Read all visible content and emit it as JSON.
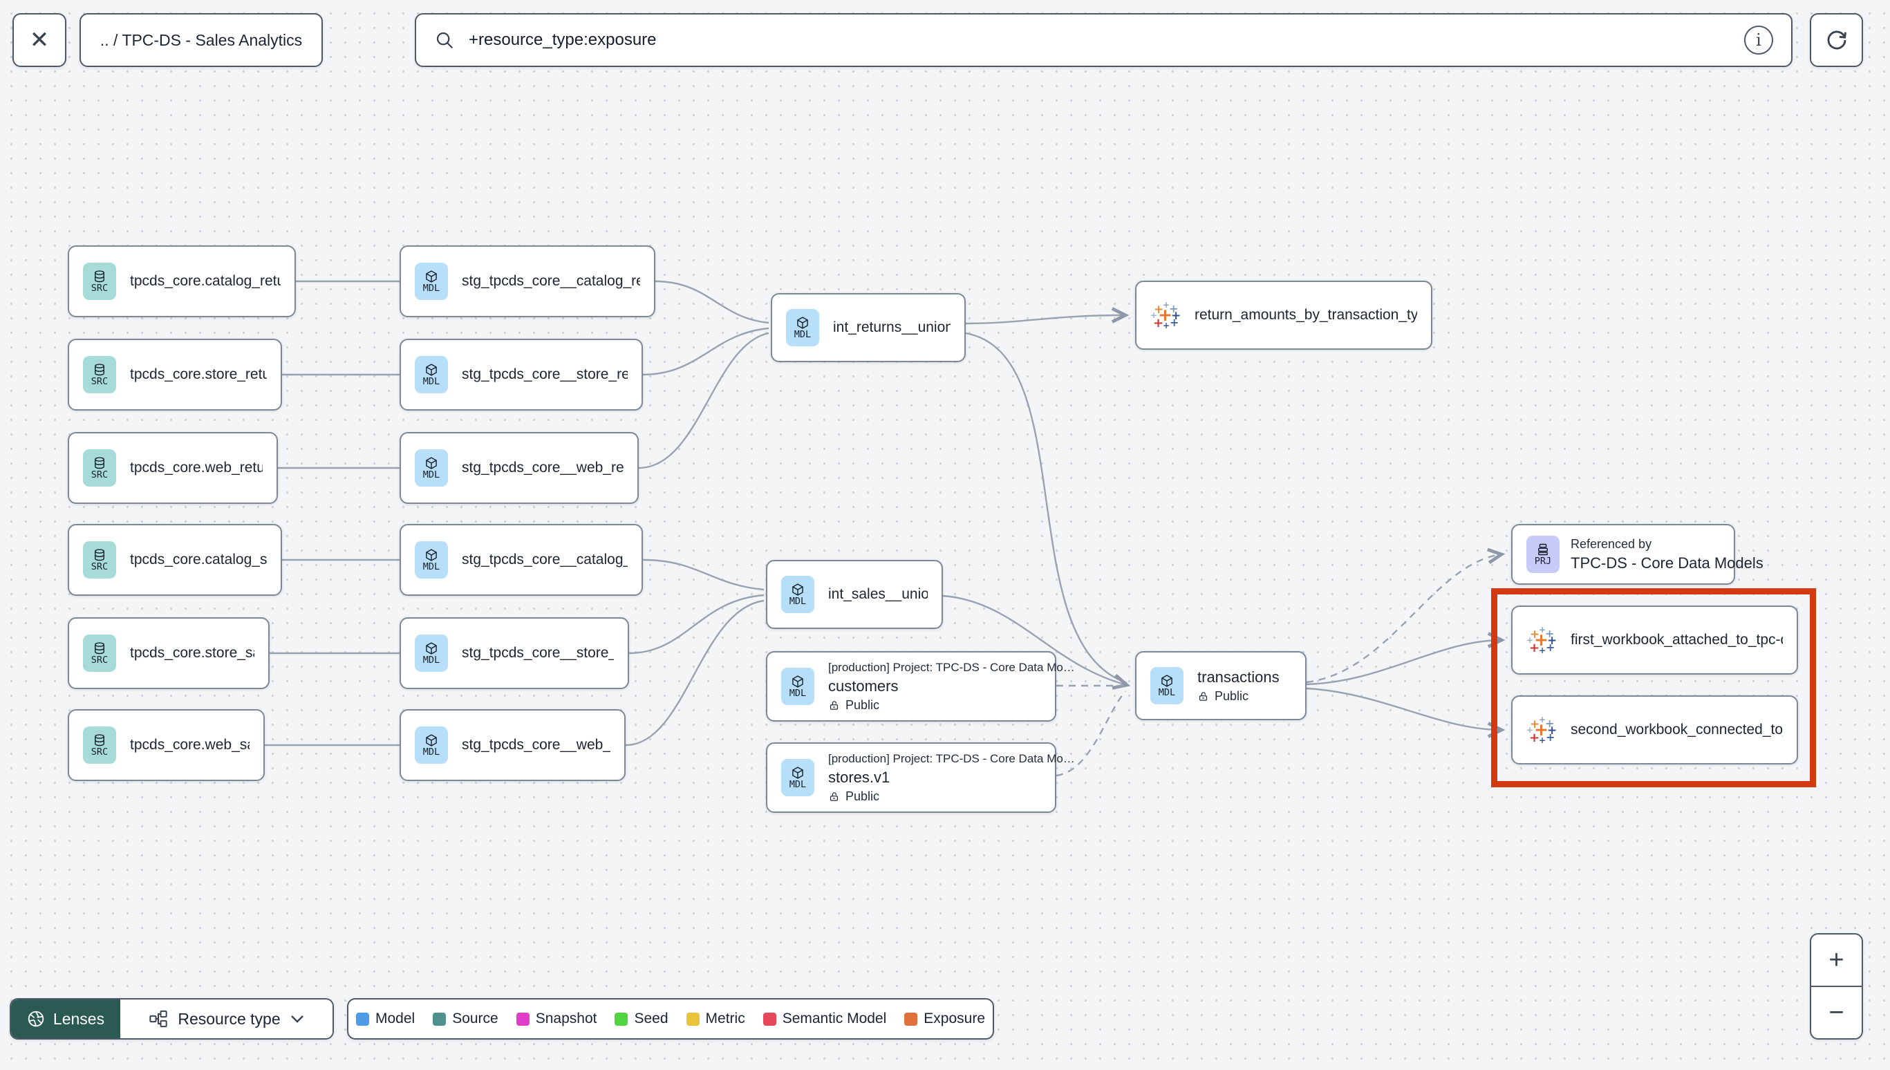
{
  "header": {
    "close_glyph": "✕",
    "breadcrumb": ".. / TPC-DS - Sales Analytics",
    "search": {
      "icon": "magnifier",
      "value": "+resource_type:exposure"
    },
    "info_glyph": "i"
  },
  "nodes": {
    "src_catalog_returns": {
      "badge": "SRC",
      "label": "tpcds_core.catalog_returns"
    },
    "src_store_returns": {
      "badge": "SRC",
      "label": "tpcds_core.store_returns"
    },
    "src_web_returns": {
      "badge": "SRC",
      "label": "tpcds_core.web_returns"
    },
    "src_catalog_sales": {
      "badge": "SRC",
      "label": "tpcds_core.catalog_sales"
    },
    "src_store_sales": {
      "badge": "SRC",
      "label": "tpcds_core.store_sales"
    },
    "src_web_sales": {
      "badge": "SRC",
      "label": "tpcds_core.web_sales"
    },
    "stg_catalog_returns": {
      "badge": "MDL",
      "label": "stg_tpcds_core__catalog_returns"
    },
    "stg_store_returns": {
      "badge": "MDL",
      "label": "stg_tpcds_core__store_returns"
    },
    "stg_web_returns": {
      "badge": "MDL",
      "label": "stg_tpcds_core__web_returns"
    },
    "stg_catalog_sales": {
      "badge": "MDL",
      "label": "stg_tpcds_core__catalog_sales"
    },
    "stg_store_sales": {
      "badge": "MDL",
      "label": "stg_tpcds_core__store_sales"
    },
    "stg_web_sales": {
      "badge": "MDL",
      "label": "stg_tpcds_core__web_sales"
    },
    "int_returns": {
      "badge": "MDL",
      "label": "int_returns__unioned"
    },
    "int_sales": {
      "badge": "MDL",
      "label": "int_sales__unioned"
    },
    "return_amounts": {
      "label": "return_amounts_by_transaction_type"
    },
    "customers": {
      "badge": "MDL",
      "project": "[production] Project: TPC-DS - Core Data Mo…",
      "label": "customers",
      "visibility": "Public"
    },
    "stores": {
      "badge": "MDL",
      "project": "[production] Project: TPC-DS - Core Data Mo…",
      "label": "stores.v1",
      "visibility": "Public"
    },
    "transactions": {
      "badge": "MDL",
      "label": "transactions",
      "visibility": "Public"
    },
    "project_ref": {
      "badge": "PRJ",
      "title": "Referenced by",
      "label": "TPC-DS - Core Data Models"
    },
    "exposure_first": {
      "label": "first_workbook_attached_to_tpc-ds_-_…"
    },
    "exposure_second": {
      "label": "second_workbook_connected_to_live…"
    }
  },
  "footer": {
    "lenses_label": "Lenses",
    "resource_type_label": "Resource type",
    "legend": {
      "items": [
        {
          "label": "Model",
          "color": "#4e9ce8"
        },
        {
          "label": "Source",
          "color": "#4f918d"
        },
        {
          "label": "Snapshot",
          "color": "#e23dc9"
        },
        {
          "label": "Seed",
          "color": "#50d440"
        },
        {
          "label": "Metric",
          "color": "#eac33c"
        },
        {
          "label": "Semantic Model",
          "color": "#e64759"
        },
        {
          "label": "Exposure",
          "color": "#e2703c"
        }
      ]
    },
    "zoom_in": "+",
    "zoom_out": "−"
  },
  "colors": {
    "highlight_box": "#d2390e",
    "lenses_bg": "#2a5a51"
  },
  "icons": {
    "plus_glyph": "+"
  }
}
